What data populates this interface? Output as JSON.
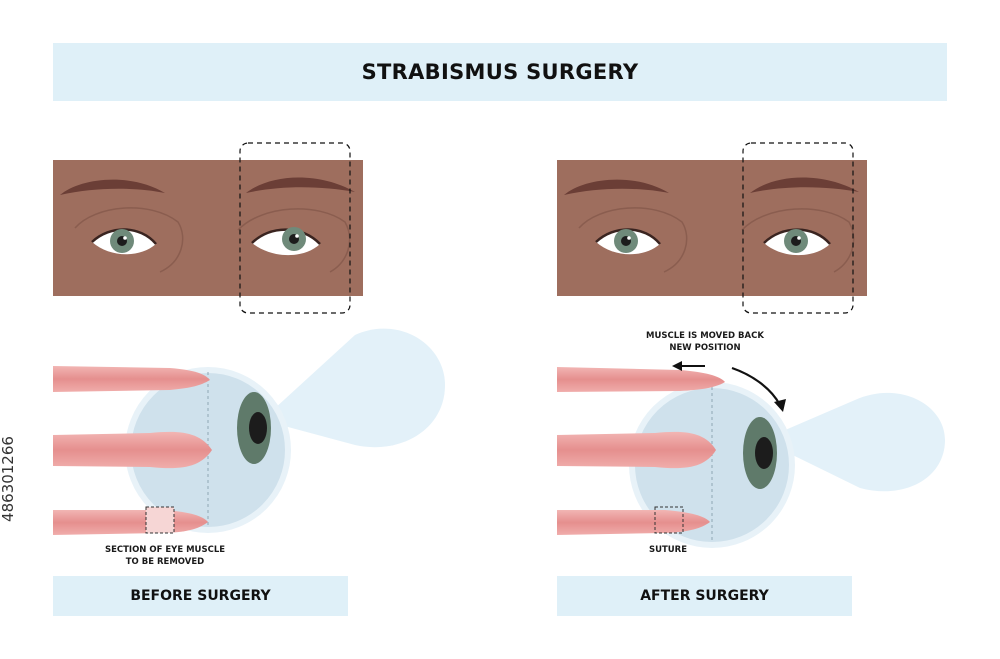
{
  "title": "STRABISMUS SURGERY",
  "side_id": "486301266",
  "before": {
    "caption": "BEFORE SURGERY",
    "annotation_line1": "SECTION OF EYE MUSCLE",
    "annotation_line2": "TO BE REMOVED"
  },
  "after": {
    "caption": "AFTER SURGERY",
    "annotation_top_line1": "MUSCLE IS MOVED BACK",
    "annotation_top_line2": "NEW POSITION",
    "suture_label": "SUTURE"
  },
  "colors": {
    "panel_bg": "#dff0f8",
    "skin": "#9e6e5e",
    "brow": "#6b3e36",
    "iris": "#6f8a7a",
    "muscle": "#e79a99",
    "eyeball": "#cfe1ec",
    "light_cone": "#e3f1f9"
  }
}
